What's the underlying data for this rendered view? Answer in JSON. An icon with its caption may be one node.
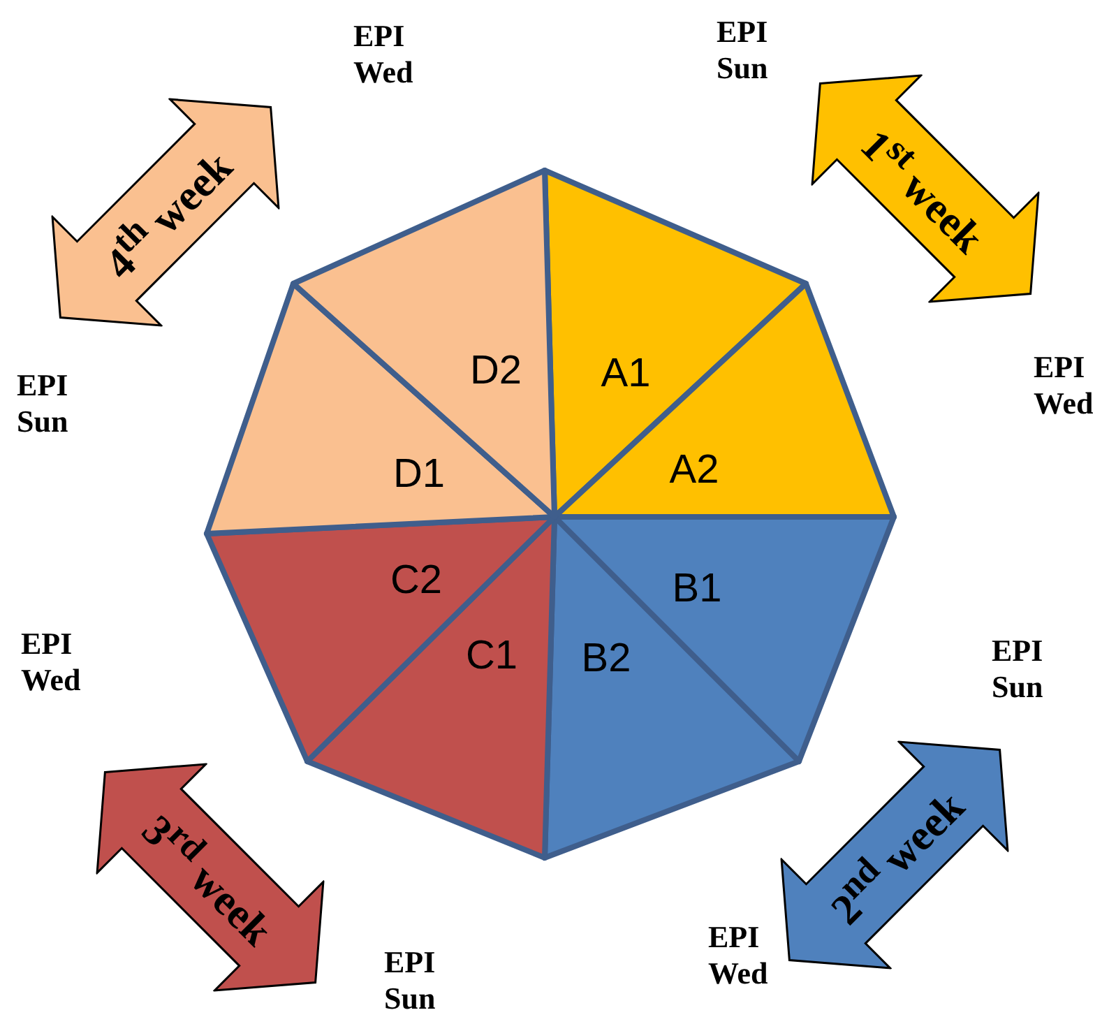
{
  "diagram": {
    "nodes": [
      {
        "text": [
          "A1"
        ]
      },
      {
        "text": [
          "A2"
        ]
      },
      {
        "text": [
          "B1"
        ]
      },
      {
        "text": [
          "B2"
        ]
      },
      {
        "text": [
          "C1"
        ]
      },
      {
        "text": [
          "C2"
        ]
      },
      {
        "text": [
          "D1"
        ]
      },
      {
        "text": [
          "D2"
        ]
      },
      {
        "text": [
          "4$^{th}$ week"
        ]
      },
      {
        "text": [
          "1$^{st}$ week"
        ]
      },
      {
        "text": [
          "2$^{nd}$ week"
        ]
      },
      {
        "text": [
          "3$^{rd}$ week"
        ]
      }
    ],
    "labels": [
      "EPI Sun",
      "EPI Wed",
      "EPI Wed",
      "EPI Sun",
      "EPI Wed",
      "EPI Sun",
      "EPI Wed",
      "EPI Sun"
    ]
  }
}
